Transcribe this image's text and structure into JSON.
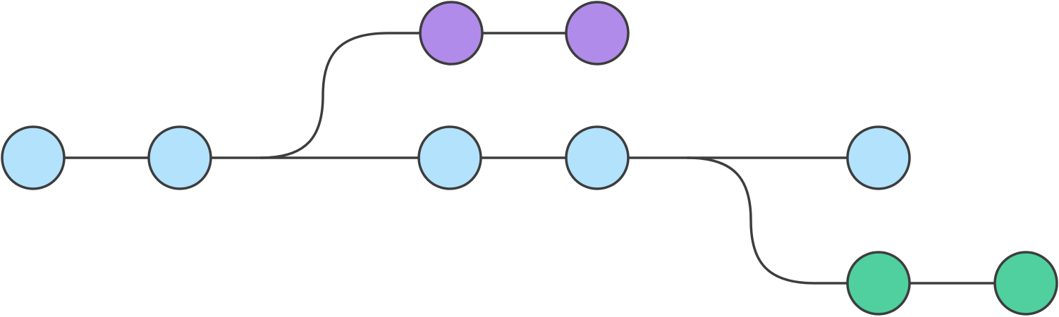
{
  "diagram": {
    "type": "git-branch-graph",
    "colors": {
      "line": "#3d3d3d",
      "main": "#b3e2fd",
      "feature_top": "#b08be9",
      "feature_bottom": "#4fd09e",
      "background": "#ffffff"
    },
    "branches": [
      {
        "id": "main",
        "color_key": "main",
        "commit_count": 5
      },
      {
        "id": "feature-top",
        "color_key": "feature_top",
        "forks_from": "main",
        "fork_after_commit": 2,
        "commit_count": 2
      },
      {
        "id": "feature-bottom",
        "color_key": "feature_bottom",
        "forks_from": "main",
        "fork_after_commit": 4,
        "commit_count": 2
      }
    ]
  }
}
